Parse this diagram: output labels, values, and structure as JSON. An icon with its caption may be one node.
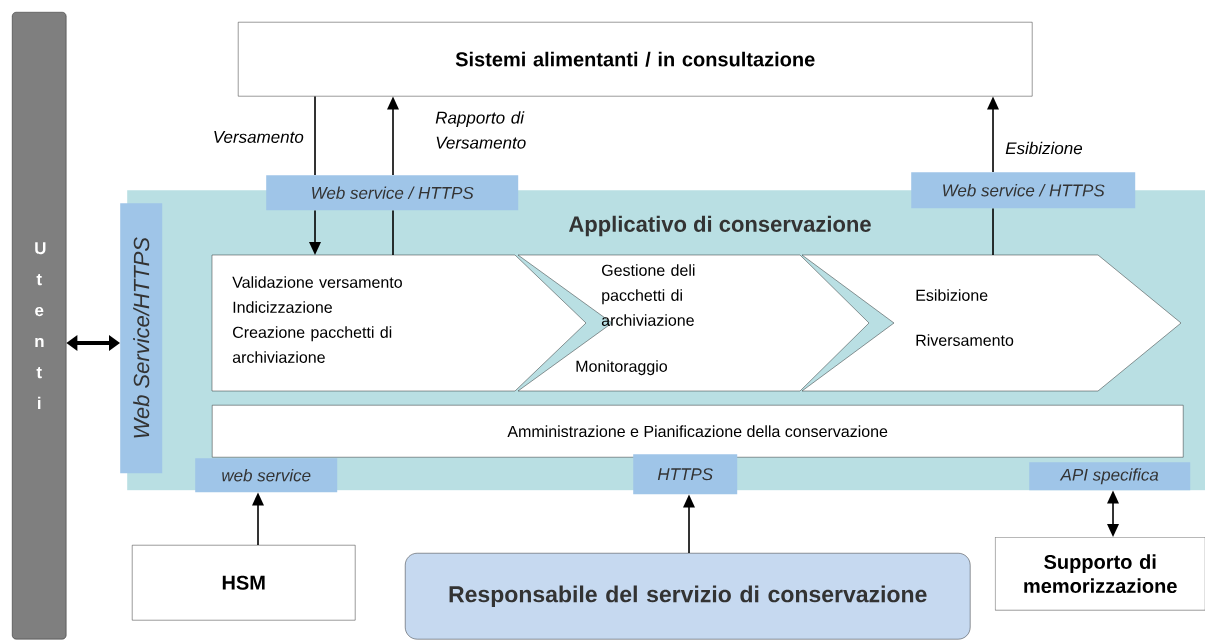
{
  "diagram": {
    "nodes": [
      {
        "text": [
          "U t e n t i"
        ]
      },
      {
        "text": [
          "Sistemi alimentanti / in consultazione"
        ]
      },
      {
        "text": [
          "Applicativo di conservazione"
        ]
      },
      {
        "text": [
          "Web Service/HTTPS"
        ]
      },
      {
        "text": [
          "Web service / HTTPS"
        ]
      },
      {
        "text": [
          "Web service / HTTPS"
        ]
      },
      {
        "text": [
          "Validazione versamento",
          "Indicizzazione",
          "Creazione pacchetti di archiviazione"
        ],
        "in": 2
      },
      {
        "text": [
          "Gestione deli pacchetti di archiviazione",
          "Monitoraggio"
        ],
        "in": 2
      },
      {
        "text": [
          "Esibizione",
          "Riversamento"
        ],
        "in": 2
      },
      {
        "text": [
          "Amministrazione e Pianificazione della conservazione"
        ],
        "in": 2
      },
      {
        "text": [
          "web service"
        ],
        "in": 2
      },
      {
        "text": [
          "HTTPS"
        ]
      },
      {
        "text": [
          "API specifica"
        ],
        "in": 2
      },
      {
        "text": [
          "HSM"
        ]
      },
      {
        "text": [
          "Responsabile del servizio di conservazione"
        ]
      },
      {
        "text": [
          "Supporto di memorizzazione"
        ]
      }
    ],
    "edges": [
      {
        "from": 0,
        "to": 3,
        "arrow": "both",
        "style": "thick"
      },
      {
        "from": 1,
        "to": 4,
        "arrow": "none",
        "label": "Versamento"
      },
      {
        "from": 4,
        "to": 6,
        "arrow": "to"
      },
      {
        "from": 6,
        "to": 4,
        "arrow": "none"
      },
      {
        "from": 4,
        "to": 1,
        "arrow": "to",
        "label": "Rapporto di Versamento"
      },
      {
        "from": 8,
        "to": 5,
        "arrow": "none"
      },
      {
        "from": 5,
        "to": 1,
        "arrow": "to",
        "label": "Esibizione"
      },
      {
        "from": 13,
        "to": 10,
        "arrow": "to"
      },
      {
        "from": 14,
        "to": 11,
        "arrow": "to"
      },
      {
        "from": 15,
        "to": 12,
        "arrow": "both"
      }
    ]
  }
}
